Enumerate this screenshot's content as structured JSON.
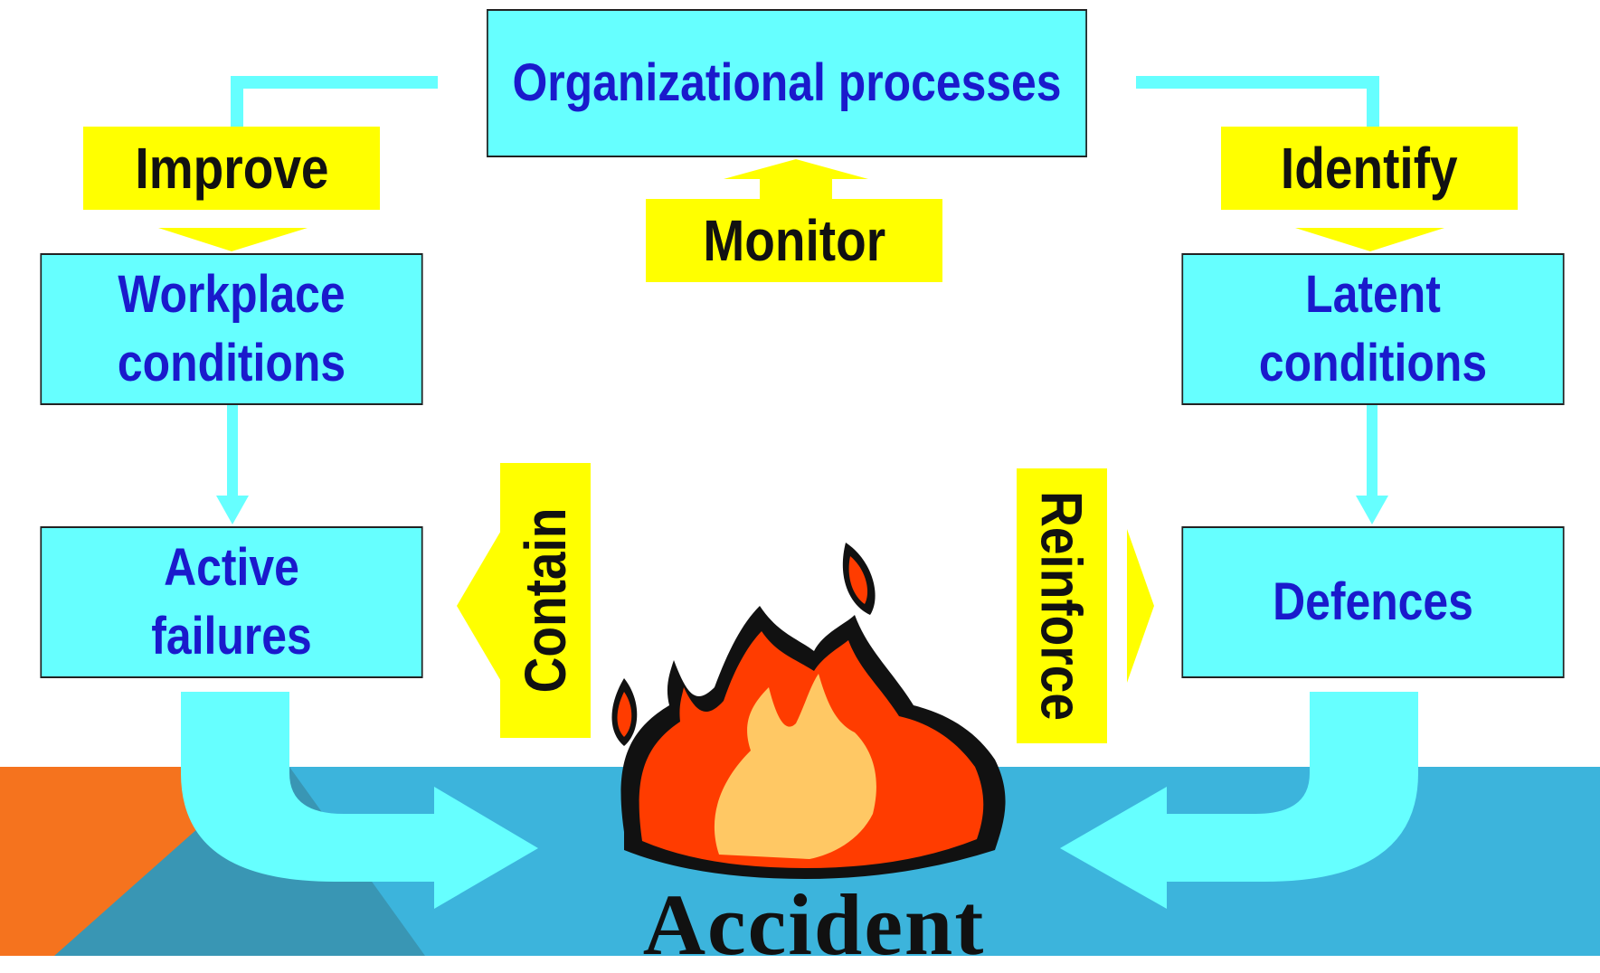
{
  "diagram": {
    "boxes": {
      "organizational_processes": [
        "Organizational processes"
      ],
      "workplace_conditions": [
        "Workplace",
        "conditions"
      ],
      "latent_conditions": [
        "Latent",
        "conditions"
      ],
      "active_failures": [
        "Active",
        "failures"
      ],
      "defences": [
        "Defences"
      ]
    },
    "actions": {
      "improve": "Improve",
      "monitor": "Monitor",
      "identify": "Identify",
      "contain": "Contain",
      "reinforce": "Reinforce"
    },
    "outcome": "Accident"
  },
  "colors": {
    "box_fill": "#66ffff",
    "box_text": "#1a1acc",
    "tag_fill": "#ffff00",
    "flame_outer": "#ff3c00",
    "flame_inner": "#ffc864",
    "water": "#3cb4dc",
    "orange_corner": "#f5731e"
  }
}
